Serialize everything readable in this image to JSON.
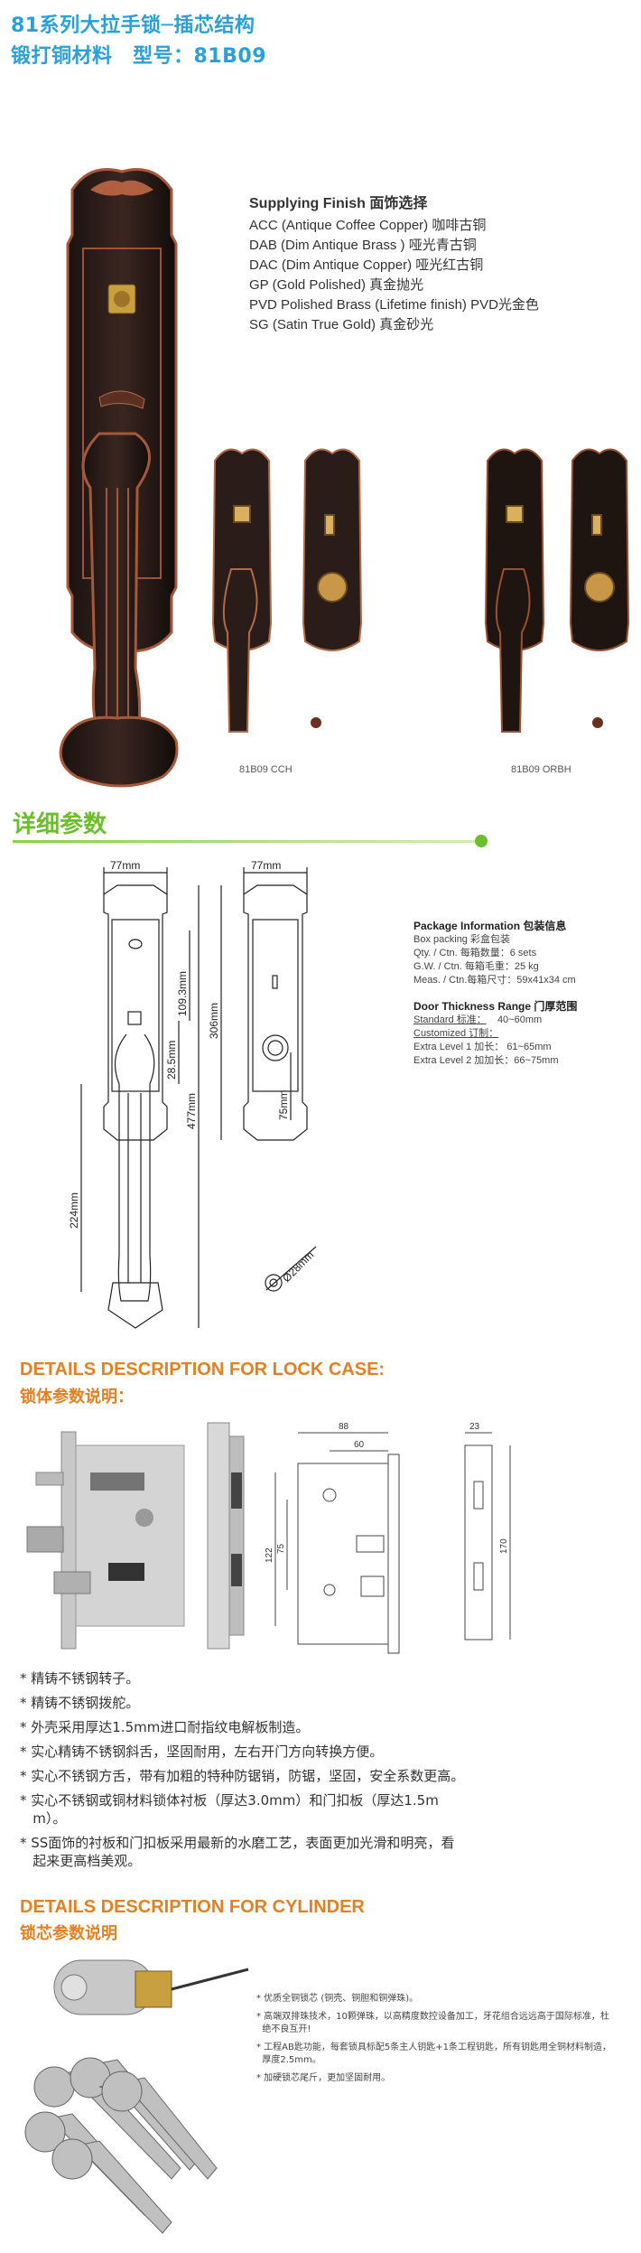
{
  "header": {
    "line1": "81系列大拉手锁─插芯结构",
    "line2": "锻打铜材料　型号：81B09"
  },
  "finish": {
    "heading": "Supplying Finish 面饰选择",
    "items": [
      "ACC (Antique Coffee Copper) 咖啡古铜",
      "DAB (Dim Antique Brass ) 哑光青古铜",
      "DAC (Dim Antique Copper) 哑光红古铜",
      "GP (Gold Polished) 真金抛光",
      "PVD Polished Brass (Lifetime finish) PVD光金色",
      "SG (Satin True Gold) 真金砂光"
    ]
  },
  "captions": {
    "cch": "81B09 CCH",
    "orbh": "81B09 ORBH"
  },
  "details_heading": "详细参数",
  "dims": {
    "w1": "77mm",
    "w2": "77mm",
    "d1": "109.3mm",
    "d2": "28.5mm",
    "d3": "477mm",
    "d4": "306mm",
    "d5": "75mm",
    "d6": "224mm",
    "d7": "Ø28mm"
  },
  "package": {
    "heading": "Package Information 包装信息",
    "lines": [
      "Box packing 彩盒包装",
      "Qty. / Ctn. 每箱数量：6 sets",
      "G.W. / Ctn. 每箱毛重：25 kg",
      "Meas. / Ctn.每箱尺寸：59x41x34 cm"
    ],
    "door_heading": "Door Thickness Range 门厚范围",
    "standard_label": "Standard 标准：",
    "standard_value": "40~60mm",
    "custom_label": "Customized 订制：",
    "extra1": "Extra Level 1 加长：  61~65mm",
    "extra2": "Extra Level 2 加加长：66~75mm"
  },
  "lockcase": {
    "heading_en": "DETAILS DESCRIPTION FOR LOCK CASE:",
    "heading_cn": "锁体参数说明：",
    "dims": {
      "a": "88",
      "b": "60",
      "c": "23",
      "d": "122",
      "e": "75",
      "f": "170"
    },
    "bullets": [
      "* 精铸不锈钢转子。",
      "* 精铸不锈钢拨舵。",
      "* 外壳采用厚达1.5mm进口耐指纹电解板制造。",
      "* 实心精铸不锈钢斜舌，坚固耐用，左右开门方向转换方便。",
      "* 实心不锈钢方舌，带有加粗的特种防锯销，防锯，坚固，安全系数更高。",
      "* 实心不锈钢或铜材料锁体衬板（厚达3.0mm）和门扣板（厚达1.5m",
      "   m）。",
      "* SS面饰的衬板和门扣板采用最新的水磨工艺，表面更加光滑和明亮，看",
      "   起来更高档美观。"
    ]
  },
  "cylinder": {
    "heading_en": "DETAILS DESCRIPTION FOR CYLINDER",
    "heading_cn": "锁芯参数说明",
    "notes": [
      "* 优质全铜锁芯 (铜壳、铜胆和铜弹珠)。",
      "* 高端双排珠技术，10颗弹珠，以高精度数控设备加工，牙花组合远远高于国际标准，杜",
      "  绝不良互开!",
      "* 工程AB匙功能，每套锁具标配5条主人钥匙+1条工程钥匙，所有钥匙用全铜材料制造，",
      "  厚度2.5mm。",
      "* 加硬锁芯尾斤，更加坚固耐用。"
    ]
  },
  "colors": {
    "blue": "#2aa0d6",
    "green": "#6abf2a",
    "orange": "#e58020",
    "bronze": "#8a4a2a",
    "dark": "#231a16"
  }
}
